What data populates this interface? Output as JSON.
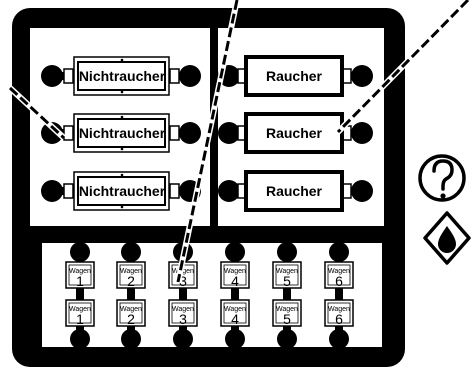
{
  "signs": {
    "nichtraucher": [
      "Nichtraucher",
      "Nichtraucher",
      "Nichtraucher"
    ],
    "raucher": [
      "Raucher",
      "Raucher",
      "Raucher"
    ]
  },
  "tags": {
    "label": "Wagen",
    "top_row": [
      "1",
      "2",
      "3",
      "4",
      "5",
      "6"
    ],
    "bottom_row": [
      "1",
      "2",
      "3",
      "4",
      "5",
      "6"
    ]
  },
  "icons": {
    "help": "question-mark-in-circle",
    "warning": "droplet-in-diamond"
  },
  "colors": {
    "frame": "#000000",
    "background": "#ffffff"
  }
}
